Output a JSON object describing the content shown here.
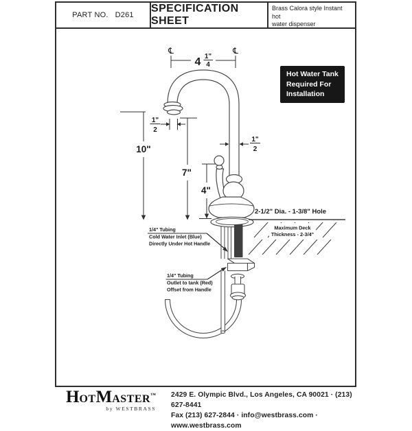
{
  "header": {
    "part_label": "PART NO.",
    "part_number": "D261",
    "title": "SPECIFICATION SHEET",
    "desc1": "Brass Calora style Instant hot",
    "desc2": "water dispenser"
  },
  "note_box": {
    "line1": "Hot Water Tank",
    "line2": "Required For",
    "line3": "Installation",
    "bg": "#171717",
    "fg": "#ffffff"
  },
  "diagram": {
    "centerline": "℄",
    "dim_spread": {
      "whole": "4",
      "num": "1\"",
      "den": "4"
    },
    "dim_height": "10\"",
    "dim_spout_height": "7\"",
    "dim_handle_height": "4\"",
    "dim_tip_offset": {
      "num": "1\"",
      "den": "2"
    },
    "dim_tube_dia": {
      "num": "1\"",
      "den": "2"
    },
    "hole_note": "2-1/2\" Dia. - 1-3/8\" Hole",
    "deck_note1": "Maximum Deck",
    "deck_note2": "Thickness - 2-3/4\"",
    "callout_cold": {
      "l1": "1/4\" Tubing",
      "l2": "Cold Water Inlet (Blue)",
      "l3": "Directly Under Hot Handle"
    },
    "callout_outlet": {
      "l1": "1/4\" Tubing",
      "l2": "Outlet to tank (Red)",
      "l3": "Offset from Handle"
    }
  },
  "footer": {
    "brand": {
      "h": "H",
      "ot": "OT",
      "m": "M",
      "aster": "ASTER",
      "tm": "™",
      "byline": "by WESTBRASS"
    },
    "address_line1": "2429 E. Olympic Blvd., Los Angeles, CA  90021 · (213) 627-8441",
    "address_line2": "Fax (213) 627-2844 · info@westbrass.com · www.westbrass.com"
  },
  "colors": {
    "ink": "#2e2e2e",
    "line": "#4a4a4a",
    "shank": "#3f3f3f"
  }
}
